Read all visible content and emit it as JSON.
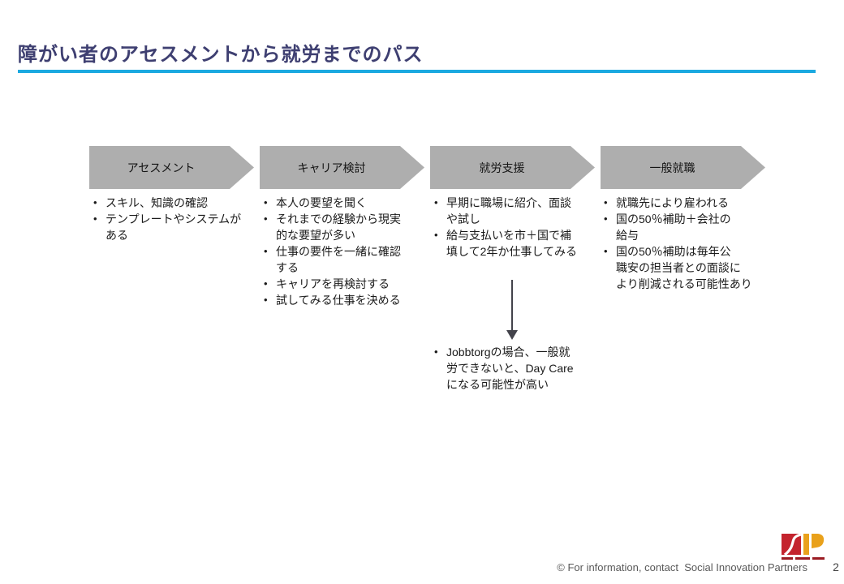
{
  "header": {
    "title": "障がい者のアセスメントから就労までのパス"
  },
  "process": {
    "stages": [
      {
        "header": "アセスメント",
        "items": [
          "スキル、知識の確認",
          "テンプレートやシステムが\nある"
        ]
      },
      {
        "header": "キャリア検討",
        "items": [
          "本人の要望を聞く",
          "それまでの経験から現実\n的な要望が多い",
          "仕事の要件を一緒に確認\nする",
          "キャリアを再検討する",
          "試してみる仕事を決める"
        ]
      },
      {
        "header": "就労支援",
        "items": [
          "早期に職場に紹介、面談\nや試し",
          "給与支払いを市＋国で補\n填して2年か仕事してみる"
        ]
      },
      {
        "header": "一般就職",
        "items": [
          "就職先により雇われる",
          "国の50％補助＋会社の\n給与",
          "国の50％補助は毎年公\n職安の担当者との面談に\nより削減される可能性あり"
        ]
      }
    ],
    "down_arrow_icon": "down-arrow",
    "branch_note": {
      "items": [
        "Jobbtorgの場合、一般就\n労できないと、Day Care\nになる可能性が高い"
      ]
    }
  },
  "footer": {
    "copyright": "© For information, contact  Social Innovation Partners",
    "page_number": "2",
    "logo_icon": "social-innovation-partners-logo"
  },
  "colors": {
    "title": "#3E3F71",
    "underline": "#1BA9E0",
    "chevron_fill": "#AEAEAE",
    "body_text": "#1A1A1A",
    "footer_text": "#595959",
    "arrow": "#43434B",
    "logo_red": "#C4242E",
    "logo_orange": "#E9A11B"
  }
}
